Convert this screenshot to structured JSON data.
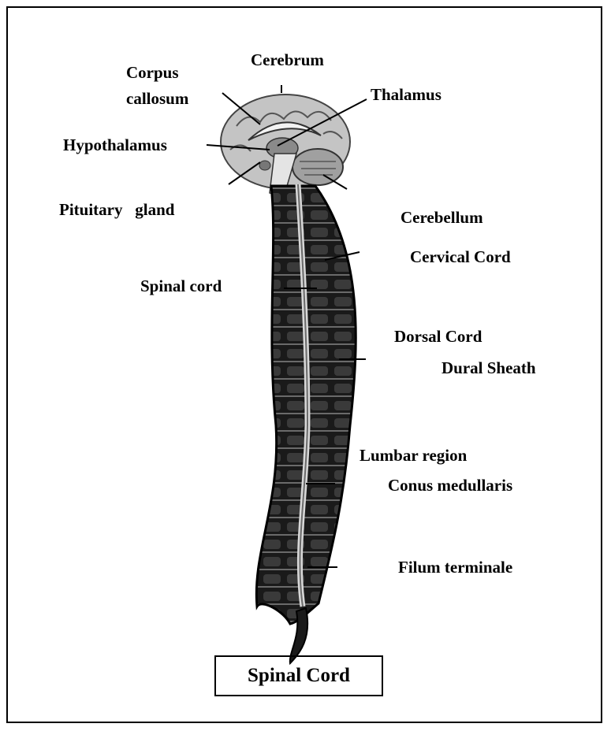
{
  "labels": {
    "cerebrum": "Cerebrum",
    "corpus": "Corpus",
    "callosum": "callosum",
    "thalamus": "Thalamus",
    "hypothalamus": "Hypothalamus",
    "pituitary_gland": "Pituitary   gland",
    "cerebellum": "Cerebellum",
    "cervical_cord": "Cervical Cord",
    "spinal_cord": "Spinal cord",
    "dorsal_cord": "Dorsal Cord",
    "dural_sheath": "Dural Sheath",
    "lumbar_region": "Lumbar region",
    "conus_medullaris": "Conus medullaris",
    "filum_terminale": "Filum terminale"
  },
  "title": "Spinal Cord",
  "colors": {
    "ink": "#000000",
    "background": "#ffffff",
    "vertebra_dark": "#1a1a1a",
    "brain_gray": "#bdbdbd"
  }
}
